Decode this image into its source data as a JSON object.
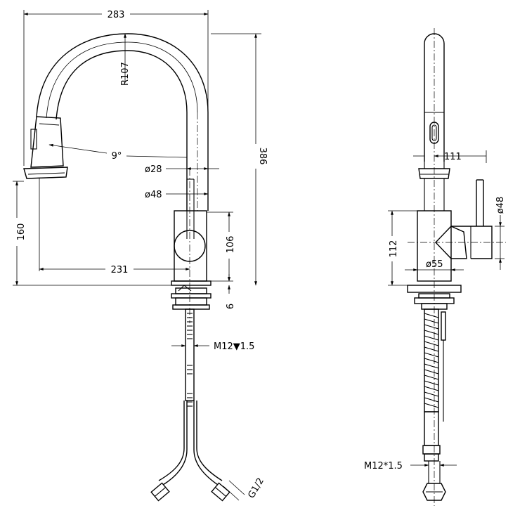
{
  "drawing": {
    "colors": {
      "line": "#000000",
      "background": "#ffffff"
    },
    "side_view": {
      "dims": {
        "overall_width": "283",
        "arc_radius": "R107",
        "spray_angle": "9°",
        "spout_diameter": "ø28",
        "body_diameter": "ø48",
        "overall_height": "386",
        "spray_height": "160",
        "spout_reach": "231",
        "body_height": "106",
        "base_thickness": "6",
        "shank_thread": "M12▼1.5",
        "hose_thread": "G1/2"
      }
    },
    "front_view": {
      "dims": {
        "spray_width": "111",
        "handle_diameter": "ø48",
        "body_height": "112",
        "base_diameter": "ø55",
        "hose_thread": "M12*1.5"
      }
    }
  }
}
